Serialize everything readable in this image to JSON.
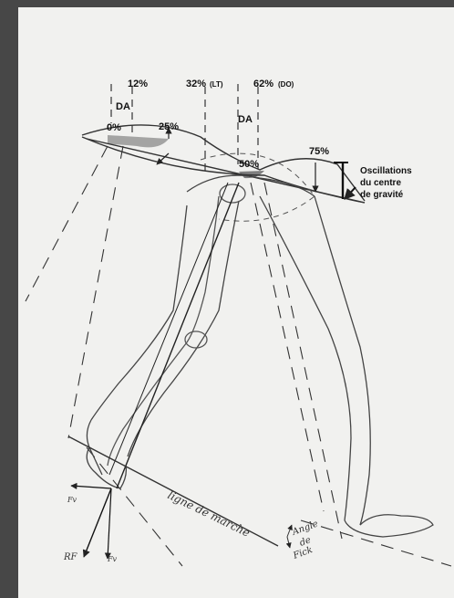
{
  "labels": {
    "pct_12": "12%",
    "pct_32": "32%",
    "lt": "(LT)",
    "pct_62": "62%",
    "do": "(DO)",
    "da_left": "DA",
    "da_right": "DA",
    "pct_0": "0%",
    "pct_25": "25%",
    "pct_50": "50%",
    "pct_75": "75%",
    "oscillations_line1": "Oscillations",
    "oscillations_line2": "du centre",
    "oscillations_line3": "de gravité",
    "ligne_de_marche": "ligne de marche",
    "angle": "Angle",
    "de": "de",
    "fick": "Fick",
    "rf": "RF",
    "fv_bottom": "Fv",
    "fv_left": "Fv"
  },
  "colors": {
    "paper": "#f1f1ef",
    "frame": "#474747",
    "pencil": "#3a3a3a",
    "shading": "#8a8a8a"
  }
}
